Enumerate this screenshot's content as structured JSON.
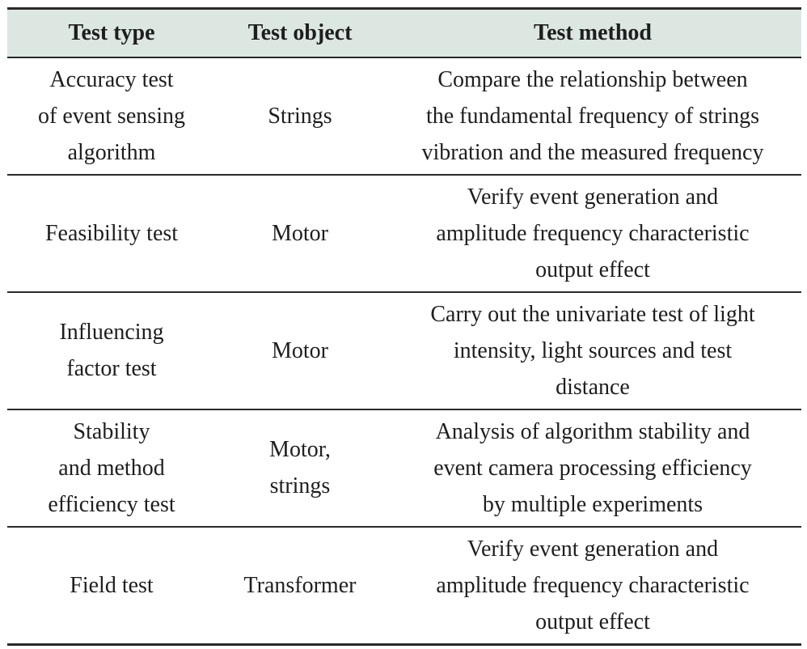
{
  "header": {
    "test_type": "Test type",
    "test_object": "Test object",
    "test_method": "Test method"
  },
  "rows": [
    {
      "test_type": "Accuracy test\nof event sensing\nalgorithm",
      "test_object": "Strings",
      "test_method": "Compare the relationship between\nthe fundamental frequency of strings\nvibration and the measured frequency"
    },
    {
      "test_type": "Feasibility test",
      "test_object": "Motor",
      "test_method": "Verify event generation and\namplitude frequency characteristic\noutput effect"
    },
    {
      "test_type": "Influencing\nfactor test",
      "test_object": "Motor",
      "test_method": "Carry out the univariate test of light\nintensity, light sources and test\ndistance"
    },
    {
      "test_type": "Stability\nand method\nefficiency test",
      "test_object": "Motor,\nstrings",
      "test_method": "Analysis of algorithm stability and\nevent camera processing efficiency\nby multiple experiments"
    },
    {
      "test_type": "Field test",
      "test_object": "Transformer",
      "test_method": "Verify event generation and\namplitude frequency characteristic\noutput effect"
    }
  ]
}
